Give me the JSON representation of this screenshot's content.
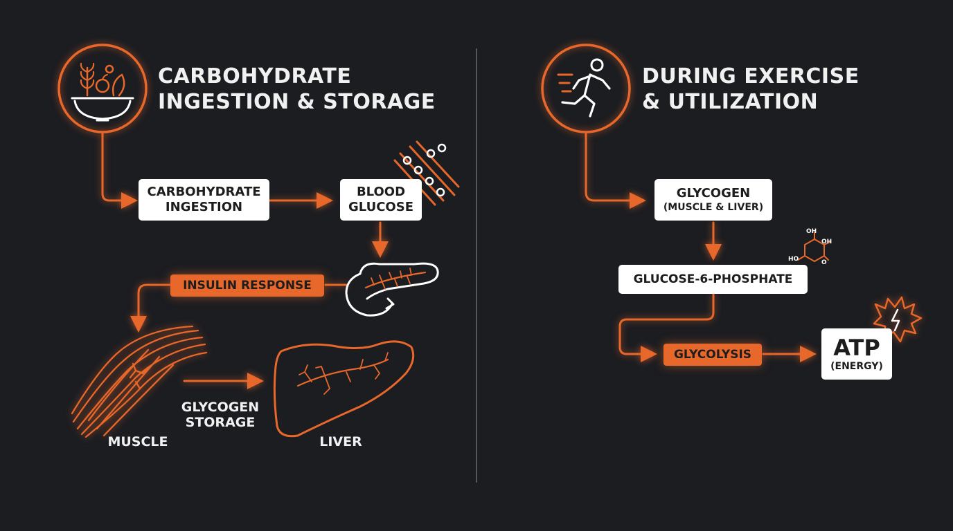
{
  "left": {
    "title": [
      "CARBOHYDRATE",
      "INGESTION & STORAGE"
    ],
    "carb_box": [
      "CARBOHYDRATE",
      "INGESTION"
    ],
    "blood_box": [
      "BLOOD",
      "GLUCOSE"
    ],
    "insulin": "INSULIN RESPONSE",
    "storage_label": [
      "GLYCOGEN",
      "STORAGE"
    ],
    "muscle_label": "MUSCLE",
    "liver_label": "LIVER"
  },
  "right": {
    "title": [
      "DURING EXERCISE",
      "& UTILIZATION"
    ],
    "glycogen_box": [
      "GLYCOGEN",
      "(MUSCLE & LIVER)"
    ],
    "g6p_box": "GLUCOSE-6-PHOSPHATE",
    "glycolysis": "GLYCOLYSIS",
    "atp_box": [
      "ATP",
      "(ENERGY)"
    ],
    "molecule_labels": [
      "OH",
      "OH",
      "HO",
      "O"
    ]
  },
  "colors": {
    "background": "#1c1d21",
    "accent": "#e8672a",
    "text": "#f1f1f1",
    "box": "#ffffff",
    "divider": "#55575c"
  },
  "icons": [
    "food-bowl-icon",
    "blood-cells-icon",
    "pancreas-icon",
    "muscle-icon",
    "liver-icon",
    "runner-icon",
    "glucose-molecule-icon",
    "energy-burst-icon"
  ]
}
